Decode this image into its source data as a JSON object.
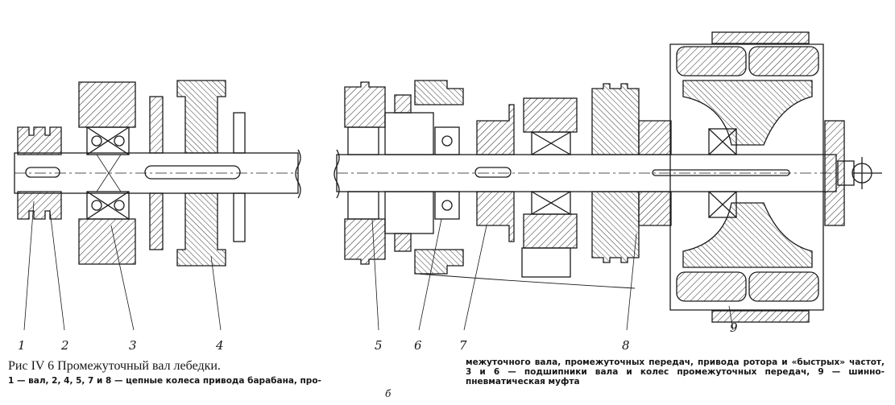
{
  "figure": {
    "callouts": [
      "1",
      "2",
      "3",
      "4",
      "5",
      "6",
      "7",
      "8",
      "9"
    ],
    "caption_title": "Рис IV 6 Промежуточный вал лебедки.",
    "caption_left": "1 — вал, 2, 4, 5, 7 и 8 — цепные колеса привода барабана, про-",
    "caption_right": "межуточного вала, промежуточных передач, привода ротора и «быстрых» частот, 3 и 6 — подшипники вала и колес промежуточных передач, 9 — шинно-пневматическая муфта",
    "stray_mark": "б"
  }
}
